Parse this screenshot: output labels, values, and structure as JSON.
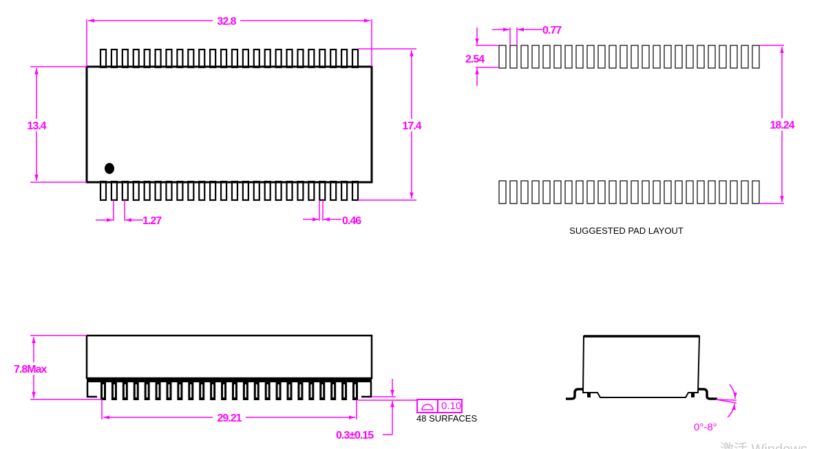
{
  "top_view": {
    "dim_length": "32.8",
    "dim_body_width": "13.4",
    "dim_overall_width": "17.4",
    "dim_pitch": "1.27",
    "dim_lead_width": "0.46",
    "pins_per_side": 24
  },
  "pad_layout": {
    "title": "SUGGESTED PAD LAYOUT",
    "dim_pad_width": "0.77",
    "dim_pad_length": "2.54",
    "dim_pad_span": "18.24",
    "pads_per_side": 24
  },
  "side_view": {
    "dim_height": "7.8Max",
    "dim_lead_span": "29.21",
    "dim_standoff": "0.3±0.15",
    "coplanarity_value": "0.10",
    "coplanarity_note": "48 SURFACES"
  },
  "end_view": {
    "dim_angle": "0°-8°"
  },
  "watermark": "激活 Windows",
  "colors": {
    "dimension": "#ff00ff",
    "outline": "#000000"
  }
}
